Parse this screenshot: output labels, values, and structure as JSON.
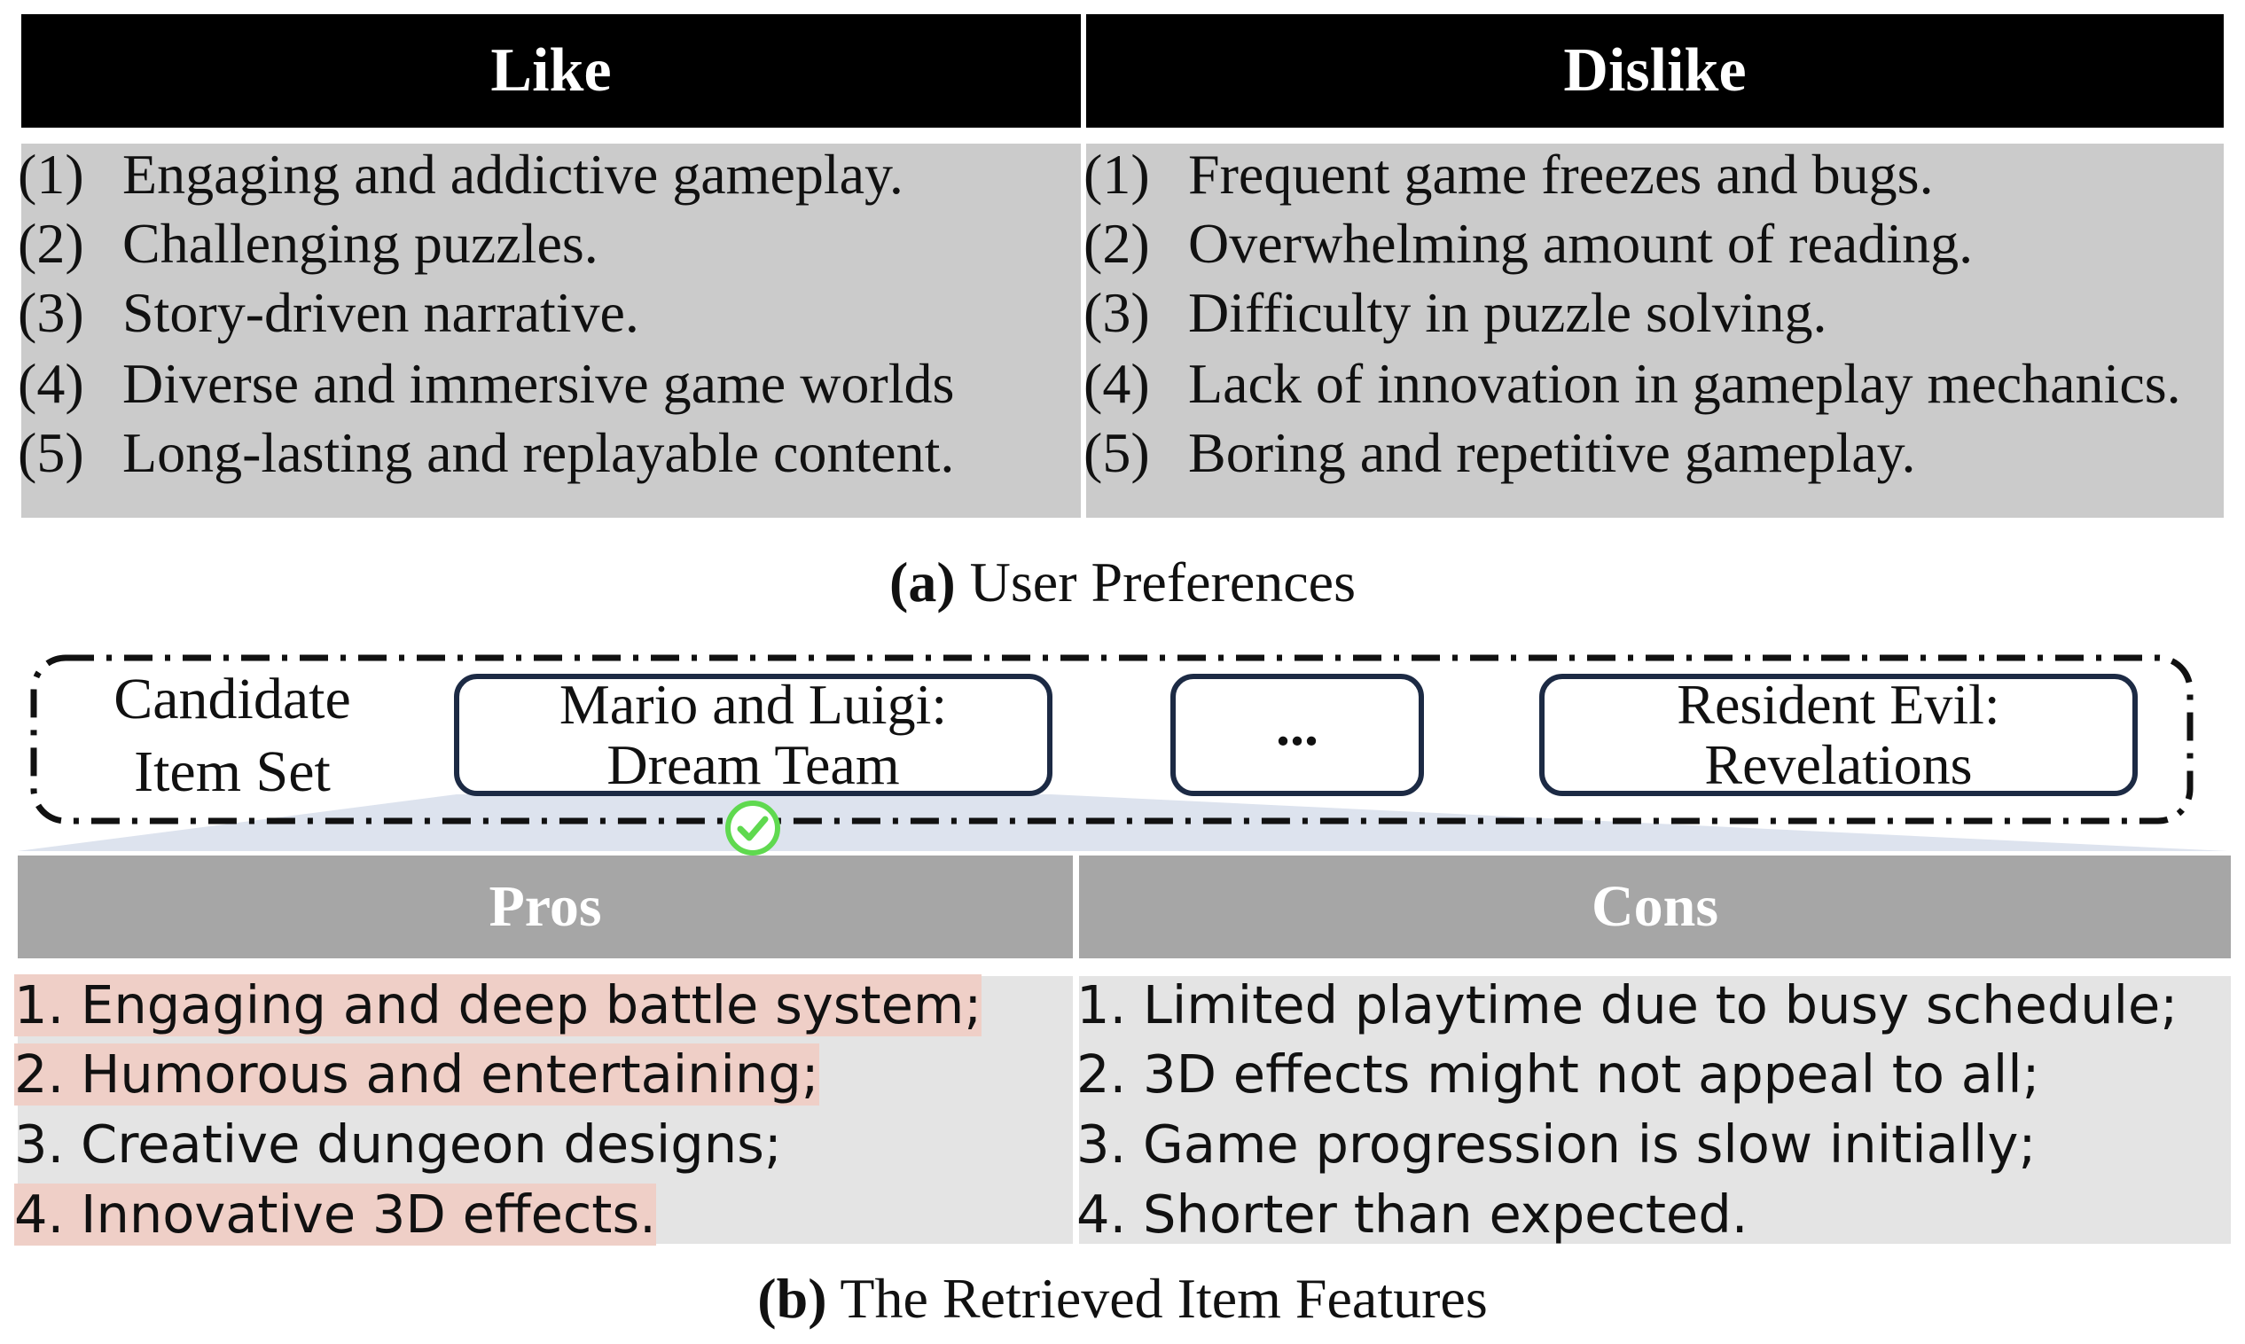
{
  "user_preferences": {
    "like_header": "Like",
    "dislike_header": "Dislike",
    "like_items": [
      {
        "num": "(1)",
        "text": "Engaging and addictive gameplay."
      },
      {
        "num": "(2)",
        "text": "Challenging puzzles."
      },
      {
        "num": "(3)",
        "text": "Story-driven narrative."
      },
      {
        "num": "(4)",
        "text": "Diverse and immersive game worlds"
      },
      {
        "num": "(5)",
        "text": "Long-lasting and replayable content."
      }
    ],
    "dislike_items": [
      {
        "num": "(1)",
        "text": "Frequent game freezes and bugs."
      },
      {
        "num": "(2)",
        "text": "Overwhelming amount of reading."
      },
      {
        "num": "(3)",
        "text": "Difficulty in puzzle solving."
      },
      {
        "num": "(4)",
        "text": "Lack of innovation in gameplay mechanics."
      },
      {
        "num": "(5)",
        "text": "Boring and repetitive gameplay."
      }
    ],
    "caption_label": "(a)",
    "caption_text": " User Preferences"
  },
  "candidate_set": {
    "label_line1": "Candidate",
    "label_line2": "Item Set",
    "items": [
      {
        "line1": "Mario and Luigi:",
        "line2": "Dream Team"
      },
      {
        "line1": "...",
        "line2": ""
      },
      {
        "line1": "Resident Evil:",
        "line2": "Revelations"
      }
    ],
    "selected_icon": "check-circle-icon",
    "selected_color": "#5fd94f"
  },
  "item_features": {
    "pros_header": "Pros",
    "cons_header": "Cons",
    "pros": [
      {
        "text": "1. Engaging and deep battle system;",
        "highlighted": true
      },
      {
        "text": "2. Humorous and entertaining;",
        "highlighted": true
      },
      {
        "text": "3. Creative dungeon designs;",
        "highlighted": false
      },
      {
        "text": "4. Innovative 3D effects.",
        "highlighted": true
      }
    ],
    "cons": [
      {
        "text": "1. Limited playtime due to busy schedule;"
      },
      {
        "text": "2. 3D effects might not appeal to all;"
      },
      {
        "text": "3. Game progression is slow initially;"
      },
      {
        "text": "4. Shorter than expected."
      }
    ],
    "caption_label": "(b)",
    "caption_text": " The Retrieved Item Features"
  },
  "colors": {
    "header_black": "#000000",
    "pref_background": "#cbcbcb",
    "header_gray": "#a6a6a6",
    "feature_background": "#e4e4e4",
    "highlight": "#efcfc7",
    "box_border": "#1c2a44",
    "funnel": "#dde3ee"
  }
}
